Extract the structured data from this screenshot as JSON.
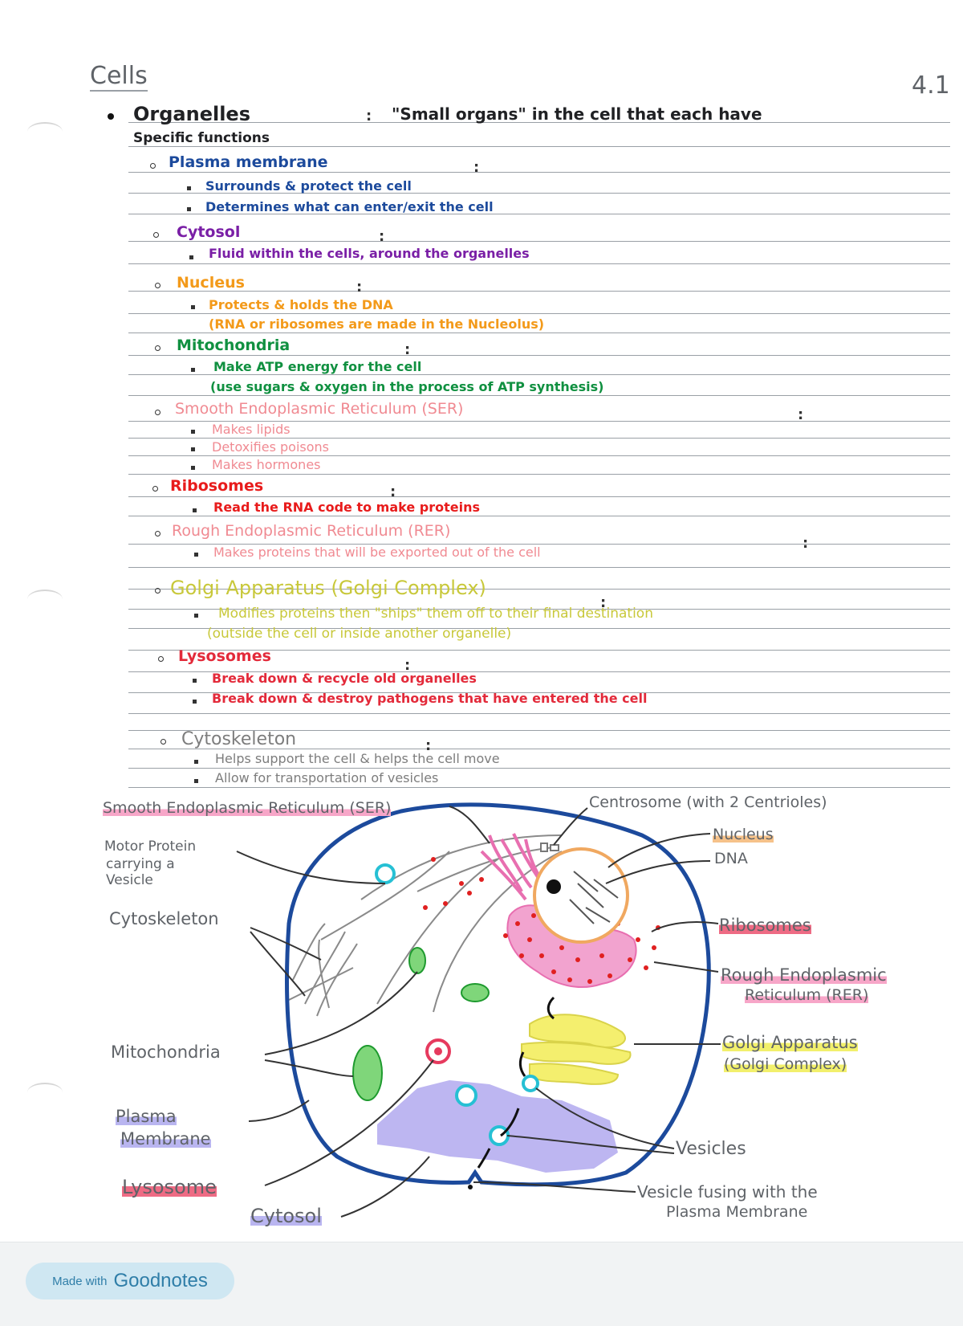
{
  "page": {
    "title": "Cells",
    "page_number": "4.1"
  },
  "intro": {
    "term": "Organelles",
    "definition": "\"Small organs\" in the cell that each have",
    "definition_cont": "Specific functions"
  },
  "colors": {
    "plasma": "#1c4a9c",
    "cytosol": "#7a1fa6",
    "nucleus": "#f39a1a",
    "mitochondria": "#109040",
    "ser": "#f08a92",
    "ribosomes": "#e81b1b",
    "rer": "#f08a92",
    "golgi": "#c8c83a",
    "lysosomes": "#e32a3a",
    "cytoskeleton": "#7d7d7d"
  },
  "organelles": [
    {
      "name": "Plasma membrane",
      "details": [
        "Surrounds & protect the cell",
        "Determines what can enter/exit the cell"
      ]
    },
    {
      "name": "Cytosol",
      "details": [
        "Fluid within the cells, around the organelles"
      ]
    },
    {
      "name": "Nucleus",
      "details": [
        "Protects & holds the DNA",
        "(RNA or ribosomes are made in the Nucleolus)"
      ]
    },
    {
      "name": "Mitochondria",
      "details": [
        "Make ATP energy for the cell",
        "(use sugars & oxygen in the process of ATP synthesis)"
      ]
    },
    {
      "name": "Smooth Endoplasmic Reticulum (SER)",
      "details": [
        "Makes lipids",
        "Detoxifies poisons",
        "Makes hormones"
      ]
    },
    {
      "name": "Ribosomes",
      "details": [
        "Read the RNA code to make proteins"
      ]
    },
    {
      "name": "Rough Endoplasmic Reticulum (RER)",
      "details": [
        "Makes proteins that will be exported out of the cell"
      ]
    },
    {
      "name": "Golgi Apparatus (Golgi Complex)",
      "details": [
        "Modifies proteins then \"ships\" them off to their final destination",
        "(outside the cell or inside another organelle)"
      ]
    },
    {
      "name": "Lysosomes",
      "details": [
        "Break down & recycle old organelles",
        "Break down & destroy pathogens that have entered the cell"
      ]
    },
    {
      "name": "Cytoskeleton",
      "details": [
        "Helps support the cell & helps the cell move",
        "Allow for transportation of vesicles"
      ]
    }
  ],
  "diagram": {
    "labels": {
      "ser": "Smooth Endoplasmic Reticulum (SER)",
      "centrosome": "Centrosome (with 2 Centrioles)",
      "nucleus": "Nucleus",
      "dna": "DNA",
      "motor_1": "Motor Protein",
      "motor_2": "carrying a",
      "motor_3": "Vesicle",
      "cytoskeleton": "Cytoskeleton",
      "ribosomes": "Ribosomes",
      "rer_1": "Rough Endoplasmic",
      "rer_2": "Reticulum (RER)",
      "mitochondria": "Mitochondria",
      "golgi_1": "Golgi Apparatus",
      "golgi_2": "(Golgi Complex)",
      "plasma_1": "Plasma",
      "plasma_2": "Membrane",
      "vesicles": "Vesicles",
      "lysosome": "Lysosome",
      "fusing_1": "Vesicle fusing with the",
      "fusing_2": "Plasma Membrane",
      "cytosol": "Cytosol"
    }
  },
  "footer": {
    "made_with": "Made with",
    "brand": "Goodnotes"
  }
}
